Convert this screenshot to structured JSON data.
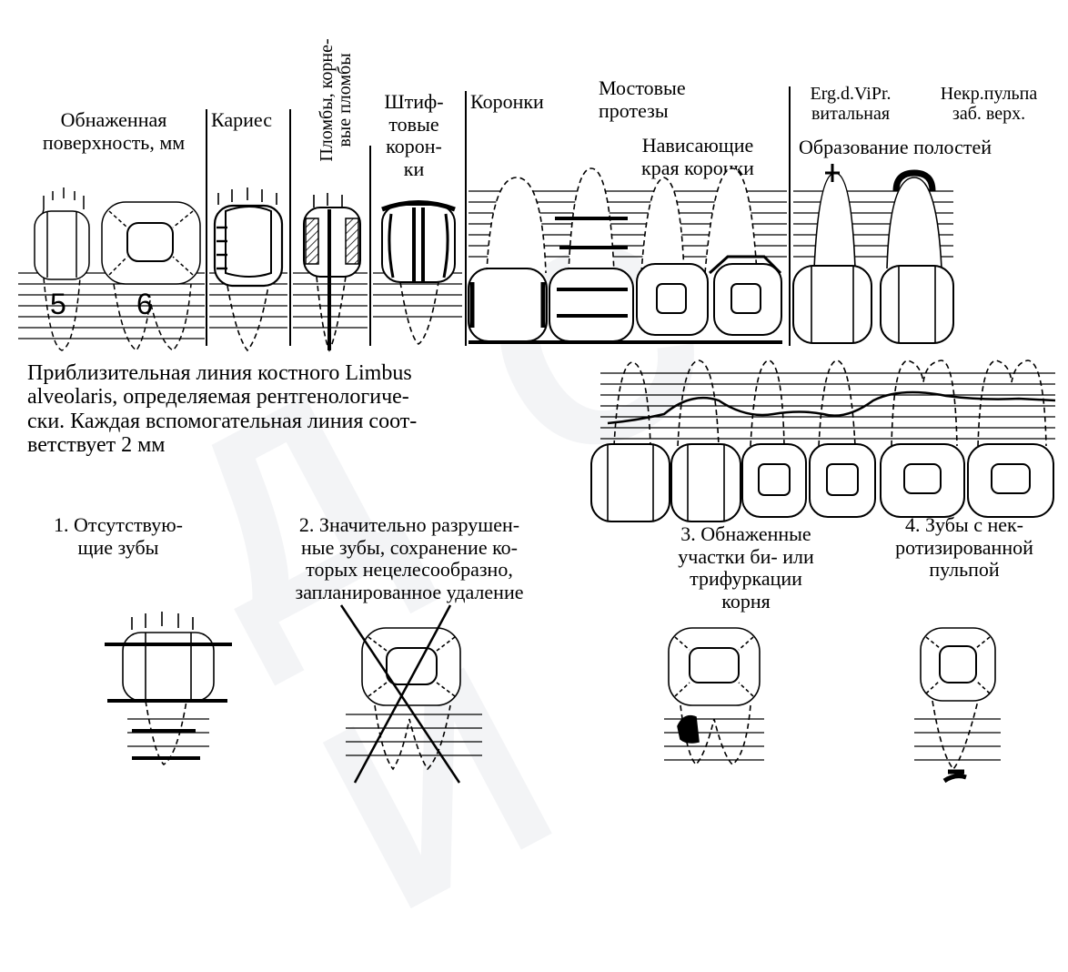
{
  "header": {
    "exposed_surface": "Обнаженная\nповерхность, мм",
    "caries": "Кариес",
    "fillings_vertical": "Пломбы, корне-\nвые пломбы",
    "pin_crowns": "Штиф-\nтовые\nкорон-\nки",
    "crowns": "Коронки",
    "bridges": "Мостовые\nпротезы",
    "overhanging": "Нависающие\nкрая коронки",
    "ergdvipr": "Erg.d.ViPr.\nвитальная",
    "necrotic_pulp": "Некр.пульпа\nзаб. верх.",
    "cavity_formation": "Образование полостей"
  },
  "tooth_numbers": [
    "5",
    "6"
  ],
  "limbus_text": "Приблизительная линия костного Limbus\nalveolaris, определяемая  рентгенологиче-\nски. Каждая вспомогательная линия соот-\nветствует 2 мм",
  "legend": [
    {
      "label": "1. Отсутствую-\nщие зубы"
    },
    {
      "label": "2. Значительно разрушен-\nные зубы, сохранение ко-\nторых нецелесообразно,\nзапланированное удаление"
    },
    {
      "label": "3. Обнаженные\nучастки би- или\nтрифуркации\nкорня"
    },
    {
      "label": "4. Зубы с нек-\nротизированной\nпульпой"
    }
  ],
  "colors": {
    "ink": "#000000",
    "watermark": "#a0aab9"
  }
}
